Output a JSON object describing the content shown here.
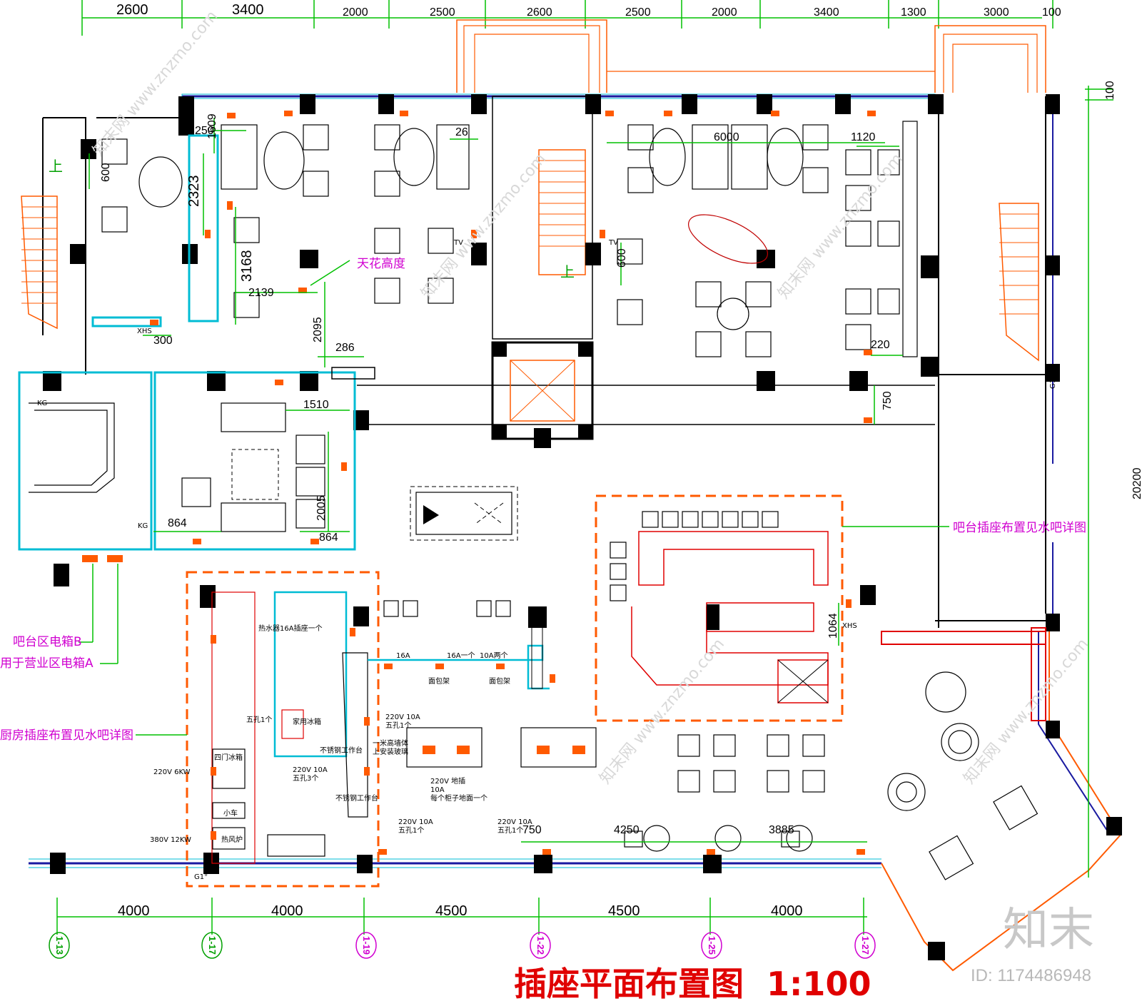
{
  "title": "插座平面布置图  1:100",
  "top_dimensions": [
    "2600",
    "3400",
    "2000",
    "2500",
    "2600",
    "2500",
    "2000",
    "3400",
    "1300",
    "3000",
    "100"
  ],
  "bottom_dimensions": [
    "4000",
    "4000",
    "4500",
    "4500",
    "4000"
  ],
  "axis_labels": [
    "1-13",
    "1-17",
    "1-19",
    "1-22",
    "1-25",
    "1-27"
  ],
  "right_marks": [
    "100",
    "20200",
    "G1°"
  ],
  "inner_dimensions": {
    "d250": "250",
    "d1609": "1609",
    "d2323": "2323",
    "d600a": "600",
    "d3168": "3168",
    "d2139": "2139",
    "d2095": "2095",
    "d286": "286",
    "d300": "300",
    "d1510": "1510",
    "d2005": "2005",
    "d864a": "864",
    "d864b": "864",
    "d26": "26",
    "d6000": "6000",
    "d1120": "1120",
    "d600b": "600",
    "d220": "220",
    "d750a": "750",
    "d1064": "1064",
    "d750b": "750",
    "d4250": "4250",
    "d3885": "3885"
  },
  "notes": {
    "ceiling_height": "天花高度",
    "bar_socket": "吧台插座布置见水吧详图",
    "kitchen_socket": "厨房插座布置见水吧详图",
    "bar_box_b": "吧台区电箱B",
    "business_box_a": "用于营业区电箱A",
    "up1": "上",
    "up2": "上",
    "tv1": "TV",
    "tv2": "TV"
  },
  "small_labels": {
    "kg1": "KG",
    "kg2": "KG",
    "xhs1": "XHS",
    "xhs2": "XHS",
    "g1": "G1°",
    "heater": "热水器16A插座一个",
    "s16a": "16A",
    "s16a1": "16A一个",
    "s10a2": "10A两个",
    "bread1": "面包架",
    "bread2": "面包架",
    "wukong": "五孔1个",
    "fridge": "家用冰箱",
    "s220_10a": "220V  10A",
    "wukong1": "五孔1个",
    "glass1": "一米高墙体",
    "glass2": "上安装玻璃",
    "steel1": "不锈钢工作台",
    "steel2": "不锈钢工作台",
    "fourdoor": "四门冰箱",
    "v6kw": "220V  6KW",
    "v220b": "220V  10A",
    "wukong3": "五孔3个",
    "floor1": "220V  地插",
    "floor2": "10A",
    "floor3": "每个柜子地面一个",
    "cart": "小车",
    "v12kw": "380V  12KW",
    "oven": "热风炉",
    "v220c": "220V  10A",
    "wukong1b": "五孔1个",
    "v220d": "220V  10A",
    "wukong1c": "五孔1个"
  },
  "watermarks": {
    "brand": "知末",
    "image_id": "ID: 1174486948",
    "site": "知末网 www.znzmo.com"
  },
  "colors": {
    "socket": "#ff5a00",
    "dimension": "#00c000",
    "partition": "#00bcd4",
    "note": "#d000d0",
    "title": "#e00000"
  }
}
